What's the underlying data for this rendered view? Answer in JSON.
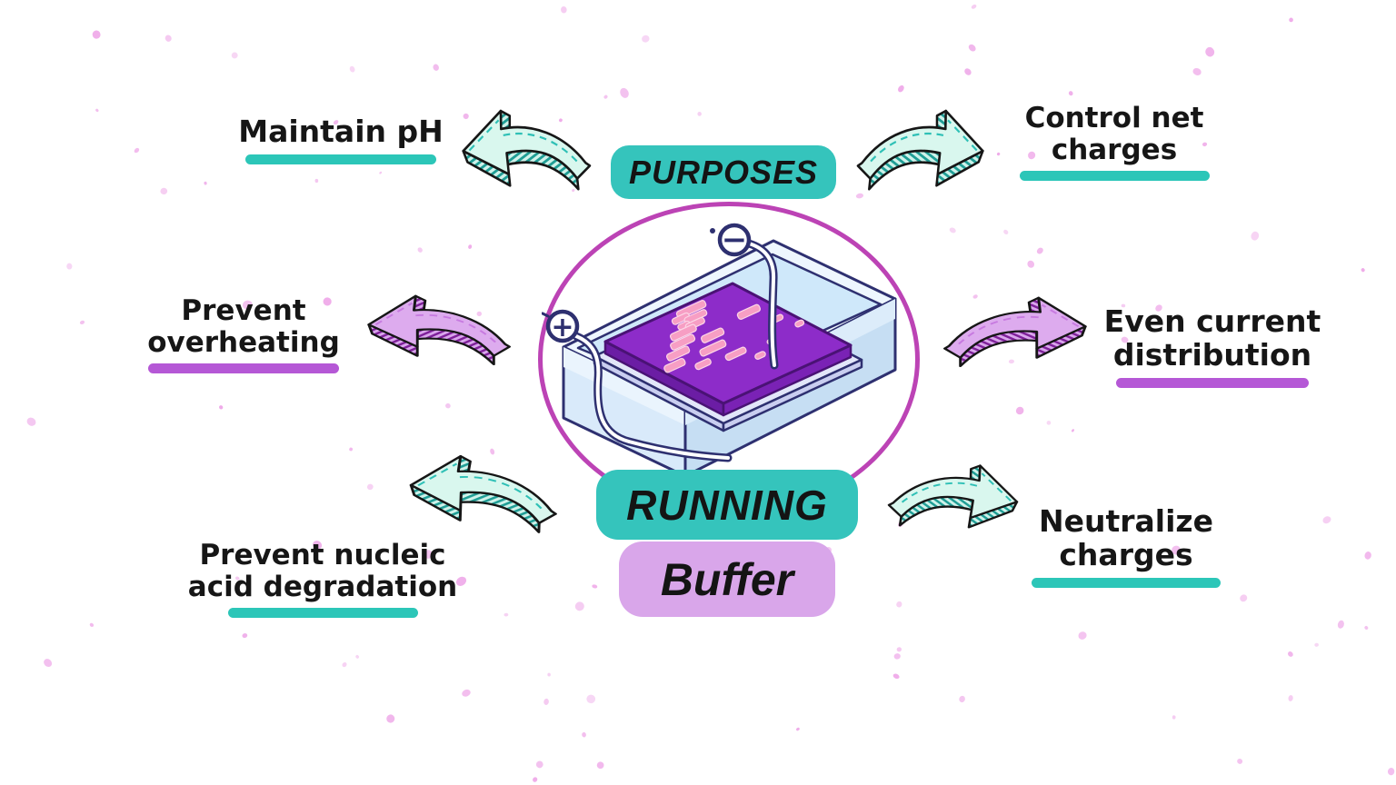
{
  "badges": {
    "purposes": {
      "label": "PURPOSES",
      "bg": "#35c4bc"
    },
    "running": {
      "label": "RUNNING",
      "bg": "#35c4bc"
    },
    "buffer": {
      "label": "Buffer",
      "bg": "#d9a6ea"
    }
  },
  "labels": {
    "maintain_ph": {
      "line1": "Maintain pH",
      "underline_color": "#2cc6b8"
    },
    "control_net_charges": {
      "line1": "Control net",
      "line2": "charges",
      "underline_color": "#2cc6b8"
    },
    "prevent_overheating": {
      "line1": "Prevent",
      "line2": "overheating",
      "underline_color": "#b558d6"
    },
    "even_current_distribution": {
      "line1": "Even current",
      "line2": "distribution",
      "underline_color": "#b558d6"
    },
    "prevent_nucleic_acid_degradation": {
      "line1": "Prevent nucleic",
      "line2": "acid degradation",
      "underline_color": "#2cc6b8"
    },
    "neutralize_charges": {
      "line1": "Neutralize",
      "line2": "charges",
      "underline_color": "#2cc6b8"
    }
  },
  "illustration": {
    "name": "gel-electrophoresis-tank",
    "electrode_positive_symbol": "+",
    "electrode_negative_symbol": "−",
    "circle_color": "#bc43b5",
    "gel_color": "#8d2cc9",
    "band_color": "#f79ec4",
    "buffer_liquid_color": "#cfe8fa",
    "outline_color": "#2e3070"
  },
  "arrows": {
    "mint_fill": "#d9f7ee",
    "mint_hatch": "#1f9d95",
    "purple_fill": "#ddabee",
    "purple_hatch": "#7e2099"
  },
  "decor": {
    "dot_color": "#efabe9"
  }
}
